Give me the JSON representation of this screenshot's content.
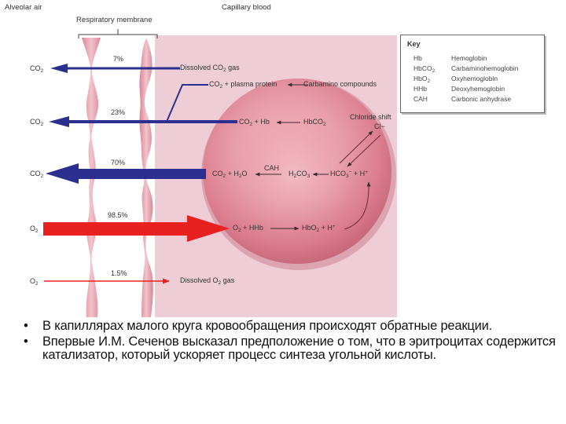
{
  "diagram": {
    "headers": {
      "alveolar_air": "Alveolar air",
      "respiratory_membrane": "Respiratory membrane",
      "capillary_blood": "Capillary blood"
    },
    "left_labels": {
      "co2_row1": "CO2",
      "co2_row2": "CO2",
      "co2_row3": "CO2",
      "o2_row4": "O2",
      "o2_row5": "O2"
    },
    "percentages": {
      "row1": "7%",
      "row2": "23%",
      "row3": "70%",
      "row4": "98.5%",
      "row5": "1.5%"
    },
    "reactions": {
      "dissolved_co2": "Dissolved CO2 gas",
      "co2_plasma_protein": "CO2 + plasma protein",
      "carbamino_compounds": "Carbamino compounds",
      "co2_hb": "CO2 + Hb",
      "hbco2": "HbCO2",
      "chloride_shift": "Chloride shift",
      "cl_ion": "Cl−",
      "co2_h2o": "CO2 + H2O",
      "cah": "CAH",
      "h2co3": "H2CO3",
      "hco3_h": "HCO3− + H+",
      "o2_hhb": "O2 + HHb",
      "hbo2_h": "HbO2 + H+",
      "dissolved_o2": "Dissolved O2 gas"
    },
    "colors": {
      "co2_arrow": "#2b2f8f",
      "o2_arrow": "#e8201f",
      "capillary_bg": "#efcdd6",
      "rbc": "#e0818f",
      "membrane": "#e5a2ae"
    },
    "key": {
      "title": "Key",
      "items": [
        {
          "abbr": "Hb",
          "meaning": "Hemoglobin"
        },
        {
          "abbr": "HbCO2",
          "meaning": "Carbaminohemoglobin"
        },
        {
          "abbr": "HbO2",
          "meaning": "Oxyhemoglobin"
        },
        {
          "abbr": "HHb",
          "meaning": "Deoxyhemoglobin"
        },
        {
          "abbr": "CAH",
          "meaning": "Carbonic anhydrase"
        }
      ]
    }
  },
  "bullets": [
    "В капиллярах малого круга кровообращения происходят обратные реакции.",
    "Впервые И.М. Сеченов высказал предположение о том, что в эритроцитах содержится катализатор, который ускоряет процесс синтеза угольной кислоты."
  ],
  "bullet_symbol": "•"
}
